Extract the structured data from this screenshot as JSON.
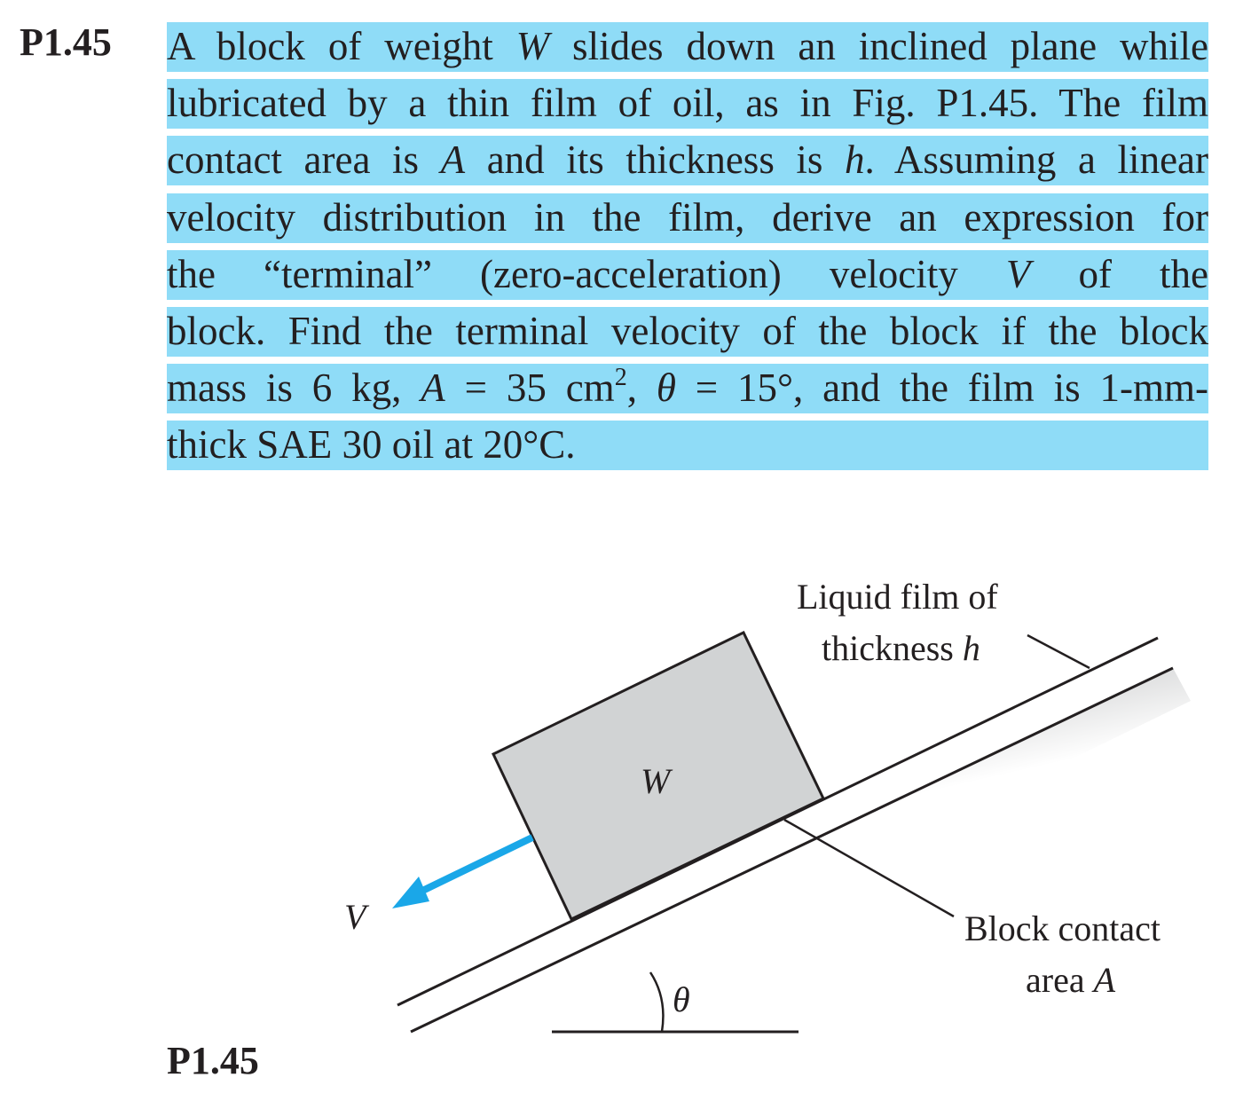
{
  "problem": {
    "number": "P1.45",
    "lines": [
      [
        "A block of weight ",
        "W",
        " slides down an inclined plane while"
      ],
      [
        "lubricated by a thin film of oil, as in Fig. P1.45. The film"
      ],
      [
        "contact area is ",
        "A",
        " and its thickness is ",
        "h",
        ". Assuming a linear"
      ],
      [
        "velocity distribution in the film, derive an expression for"
      ],
      [
        "the “terminal” (zero-acceleration) velocity ",
        "V",
        " of the"
      ],
      [
        "block. Find the terminal velocity of the block if the block"
      ],
      [
        "mass is 6 kg, ",
        "A",
        " = 35 cm",
        "2",
        ", ",
        "θ",
        " = 15°, and the film is 1-mm-"
      ],
      [
        "thick SAE 30 oil at 20°C."
      ]
    ]
  },
  "figure": {
    "number": "P1.45",
    "block_label": "W",
    "velocity_label": "V",
    "angle_label": "θ",
    "film_label_line1": "Liquid film of",
    "film_label_line2_text": "thickness ",
    "film_label_line2_var": "h",
    "contact_label_line1": "Block contact",
    "contact_label_line2_text": "area ",
    "contact_label_line2_var": "A",
    "arrow_color": "#1aa7e8",
    "block_fill": "#d1d3d4",
    "highlight_color": "#8fdcf7"
  }
}
